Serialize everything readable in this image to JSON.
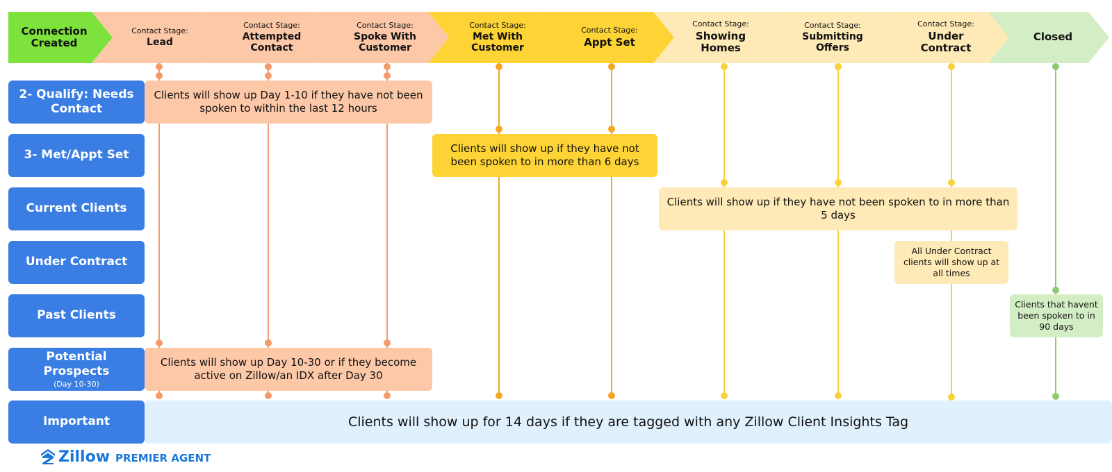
{
  "colors": {
    "green_chevron": "#7ee23d",
    "salmon": "#fdc8a8",
    "salmon_line": "#f59a6b",
    "gold": "#fdd335",
    "gold_line": "#f5a623",
    "cream": "#fdeab7",
    "cream_line": "#f7d23a",
    "green_light": "#d3edc4",
    "green_line": "#8fca70",
    "row_blue": "#3a7de3",
    "important_bg": "#e1f0fd",
    "brand": "#1877d8"
  },
  "stages": [
    {
      "pre": "",
      "name": "Connection Created",
      "color": "green"
    },
    {
      "pre": "Contact Stage:",
      "name": "Lead",
      "color": "salmon"
    },
    {
      "pre": "Contact Stage:",
      "name": "Attempted Contact",
      "color": "salmon"
    },
    {
      "pre": "Contact Stage:",
      "name": "Spoke With Customer",
      "color": "salmon"
    },
    {
      "pre": "Contact Stage:",
      "name": "Met With Customer",
      "color": "gold"
    },
    {
      "pre": "Contact Stage:",
      "name": "Appt Set",
      "color": "gold"
    },
    {
      "pre": "Contact Stage:",
      "name": "Showing Homes",
      "color": "cream"
    },
    {
      "pre": "Contact Stage:",
      "name": "Submitting Offers",
      "color": "cream"
    },
    {
      "pre": "Contact Stage:",
      "name": "Under Contract",
      "color": "cream"
    },
    {
      "pre": "",
      "name": "Closed",
      "color": "green_light"
    }
  ],
  "rows": [
    {
      "label": "2- Qualify: Needs Contact",
      "sub": ""
    },
    {
      "label": "3- Met/Appt Set",
      "sub": ""
    },
    {
      "label": "Current Clients",
      "sub": ""
    },
    {
      "label": "Under Contract",
      "sub": ""
    },
    {
      "label": "Past Clients",
      "sub": ""
    },
    {
      "label": "Potential Prospects",
      "sub": "(Day 10-30)"
    },
    {
      "label": "Important",
      "sub": ""
    }
  ],
  "notes": {
    "qualify": "Clients will show up Day 1-10 if they have not been spoken to within the last 12 hours",
    "met_appt": "Clients will show up if they have not been spoken to in more than 6 days",
    "current": "Clients will show up if they have not been spoken to in more than 5 days",
    "under_contract": "All Under Contract clients will show up at all times",
    "past": "Clients that havent been spoken to in 90 days",
    "potential": "Clients will show up Day 10-30 or if they become active on Zillow/an IDX after Day 30",
    "important": "Clients will show up for 14 days if they are tagged with any Zillow Client Insights Tag"
  },
  "logo": {
    "word": "Zillow",
    "sub": "PREMIER AGENT",
    "icon": "zillow-house-icon"
  }
}
